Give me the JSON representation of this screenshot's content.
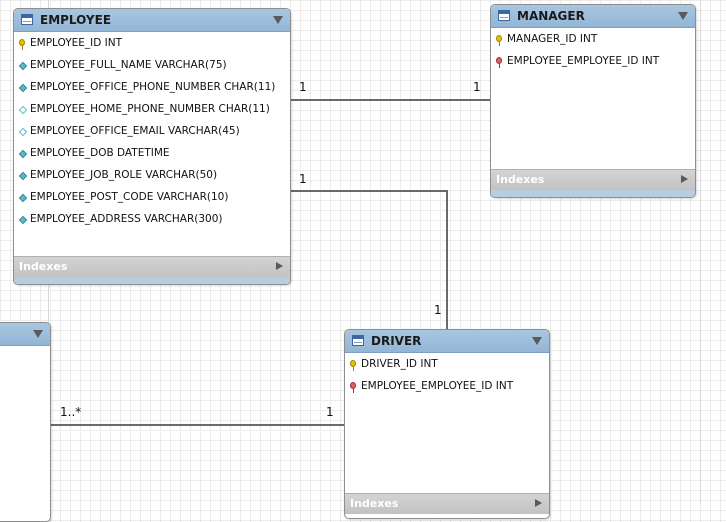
{
  "employee": {
    "title": "EMPLOYEE",
    "columns": [
      {
        "text": "EMPLOYEE_ID INT",
        "kind": "pk"
      },
      {
        "text": "EMPLOYEE_FULL_NAME VARCHAR(75)",
        "kind": "col"
      },
      {
        "text": "EMPLOYEE_OFFICE_PHONE_NUMBER CHAR(11)",
        "kind": "col"
      },
      {
        "text": "EMPLOYEE_HOME_PHONE_NUMBER CHAR(11)",
        "kind": "nullable"
      },
      {
        "text": "EMPLOYEE_OFFICE_EMAIL VARCHAR(45)",
        "kind": "nullable"
      },
      {
        "text": "EMPLOYEE_DOB DATETIME",
        "kind": "col"
      },
      {
        "text": "EMPLOYEE_JOB_ROLE VARCHAR(50)",
        "kind": "col"
      },
      {
        "text": "EMPLOYEE_POST_CODE VARCHAR(10)",
        "kind": "col"
      },
      {
        "text": "EMPLOYEE_ADDRESS VARCHAR(300)",
        "kind": "col"
      }
    ],
    "indexes_label": "Indexes"
  },
  "manager": {
    "title": "MANAGER",
    "columns": [
      {
        "text": "MANAGER_ID INT",
        "kind": "pk"
      },
      {
        "text": "EMPLOYEE_EMPLOYEE_ID INT",
        "kind": "fk"
      }
    ],
    "indexes_label": "Indexes"
  },
  "driver": {
    "title": "DRIVER",
    "columns": [
      {
        "text": "DRIVER_ID INT",
        "kind": "pk"
      },
      {
        "text": "EMPLOYEE_EMPLOYEE_ID INT",
        "kind": "fk"
      }
    ],
    "indexes_label": "Indexes"
  },
  "relationships": {
    "employee_manager": {
      "from": "1",
      "to": "1"
    },
    "employee_driver": {
      "from": "1",
      "to": "1"
    },
    "left_driver": {
      "from": "1..*",
      "to": "1"
    }
  }
}
